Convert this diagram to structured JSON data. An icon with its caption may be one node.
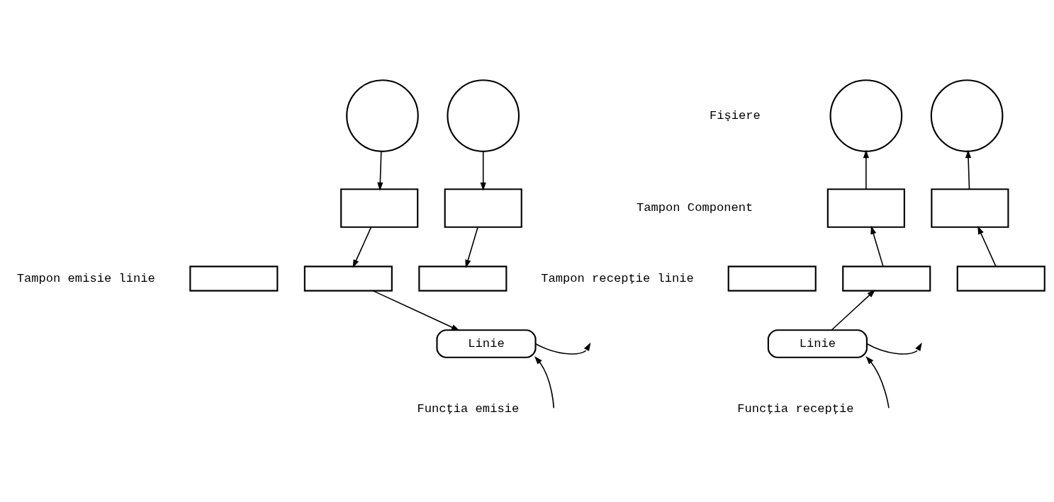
{
  "diagram": {
    "nodes": [
      {
        "text": [],
        "shape": "circle"
      },
      {
        "text": [],
        "shape": "circle"
      },
      {
        "text": [],
        "shape": "circle"
      },
      {
        "text": [],
        "shape": "circle"
      },
      {
        "text": [],
        "shape": "box"
      },
      {
        "text": [],
        "shape": "box"
      },
      {
        "text": [],
        "shape": "box"
      },
      {
        "text": [],
        "shape": "box"
      },
      {
        "text": [],
        "shape": "box"
      },
      {
        "text": [],
        "shape": "box"
      },
      {
        "text": [],
        "shape": "box"
      },
      {
        "text": [],
        "shape": "box"
      },
      {
        "text": [],
        "shape": "box"
      },
      {
        "text": [],
        "shape": "box"
      },
      {
        "text": [
          "Linie"
        ],
        "beside": [
          "Funcţia emisie"
        ]
      },
      {
        "text": [
          "Linie"
        ],
        "beside": [
          "Funcţia recepţie"
        ]
      }
    ],
    "edges": [
      {
        "from": 0,
        "to": 4,
        "arrow": "to"
      },
      {
        "from": 1,
        "to": 5,
        "arrow": "to"
      },
      {
        "from": 4,
        "to": 9,
        "arrow": "to"
      },
      {
        "from": 5,
        "to": 10,
        "arrow": "to"
      },
      {
        "from": 9,
        "to": 14,
        "arrow": "to"
      },
      {
        "from": 14,
        "to": null,
        "arrow": "to"
      },
      {
        "from": null,
        "to": 14,
        "arrow": "to"
      },
      {
        "from": 6,
        "to": 2,
        "arrow": "to"
      },
      {
        "from": 7,
        "to": 3,
        "arrow": "to"
      },
      {
        "from": 12,
        "to": 6,
        "arrow": "to"
      },
      {
        "from": 13,
        "to": 7,
        "arrow": "to"
      },
      {
        "from": 15,
        "to": 12,
        "arrow": "to"
      },
      {
        "from": 15,
        "to": null,
        "arrow": "to"
      },
      {
        "from": null,
        "to": 15,
        "arrow": "to"
      }
    ],
    "labels": [
      "Fişiere",
      "Tampon Component",
      "Tampon emisie linie",
      "Tampon recepţie linie"
    ]
  }
}
